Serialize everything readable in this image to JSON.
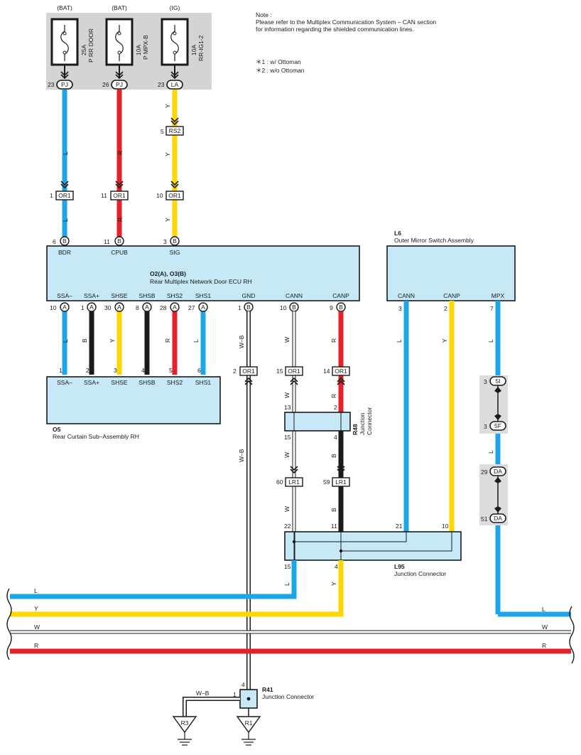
{
  "fuses": {
    "bat1": {
      "source": "(BAT)",
      "rating": "25A",
      "name": "P RR DOOR"
    },
    "bat2": {
      "source": "(BAT)",
      "rating": "10A",
      "name": "P MPX-B"
    },
    "ig": {
      "source": "(IG)",
      "rating": "10A",
      "name": "RR-IG1-2"
    }
  },
  "note": {
    "heading": "Note :",
    "line1": "Please refer to the Multiplex Communication System – CAN section",
    "line2": "for information regarding the shielded communication lines.",
    "star1": "＊1 : w/ Ottoman",
    "star2": "＊2 : w/o Ottoman"
  },
  "connectors": {
    "PJ": "PJ",
    "LA": "LA",
    "RS2": "RS2",
    "OR1": "OR1",
    "LR1": "LR1",
    "A": "A",
    "B": "B",
    "5I": "5I",
    "5F": "5F",
    "DA": "DA"
  },
  "pins": {
    "pj23": "23",
    "pj26": "26",
    "la23": "23",
    "rs2": "5",
    "or1_1": "1",
    "or1_11": "11",
    "or1_10": "10",
    "b6": "6",
    "b11": "11",
    "b3": "3",
    "a10": "10",
    "a1": "1",
    "a30": "30",
    "a8": "8",
    "a28": "28",
    "a27": "27",
    "b1": "1",
    "b10": "10",
    "b9": "9",
    "o5_1": "1",
    "o5_2": "2",
    "o5_3": "3",
    "o5_4": "4",
    "o5_5": "5",
    "o5_6": "6",
    "or1_2": "2",
    "or1_15": "15",
    "or1_14": "14",
    "r48_13": "13",
    "r48_2": "2",
    "r48_15": "15",
    "r48_4": "4",
    "lr1_60": "60",
    "lr1_59": "59",
    "l95_22": "22",
    "l95_11": "11",
    "l95_21": "21",
    "l95_10": "10",
    "l95_15": "15",
    "l95_4": "4",
    "l6_3": "3",
    "l6_2": "2",
    "l6_7": "7",
    "s5i": "3",
    "s5f": "3",
    "da29": "29",
    "da51": "51",
    "r41_4": "4",
    "r41_1": "1"
  },
  "ecu": {
    "id": "O2(A), O3(B)",
    "name": "Rear Multiplex Network Door ECU RH",
    "top_terminals": [
      "BDR",
      "CPUB",
      "SIG"
    ],
    "bottom_terminals": [
      "SSA–",
      "SSA+",
      "SHSE",
      "SHSB",
      "SHS2",
      "SHS1",
      "GND",
      "CANN",
      "CANP"
    ]
  },
  "o5": {
    "id": "O5",
    "name": "Rear Curtain Sub–Assembly RH",
    "terminals": [
      "SSA–",
      "SSA+",
      "SHSE",
      "SHSB",
      "SHS2",
      "SHS1"
    ]
  },
  "l6": {
    "id": "L6",
    "name": "Outer Mirror Switch Assembly",
    "terminals": [
      "CANN",
      "CANP",
      "MPX"
    ]
  },
  "r48": {
    "id": "R48",
    "name1": "Junction",
    "name2": "Connector"
  },
  "l95": {
    "id": "L95",
    "name": "Junction Connector"
  },
  "r41": {
    "id": "R41",
    "name": "Junction Connector"
  },
  "grounds": {
    "r3": "R3",
    "r1": "R1"
  },
  "wire_colors": {
    "L": "L",
    "R": "R",
    "Y": "Y",
    "B": "B",
    "W": "W",
    "WB": "W–B"
  },
  "bus": {
    "l": "L",
    "y": "Y",
    "w": "W",
    "r": "R"
  },
  "colors": {
    "blue": "#1ea4e9",
    "red": "#e4202a",
    "yellow": "#ffd600",
    "black": "#1a1a1a",
    "white_wire": "#ffffff",
    "component_fill": "#c6e8f7",
    "fuse_panel": "#d4d4d4",
    "shield_panel": "#dcdcdc"
  }
}
